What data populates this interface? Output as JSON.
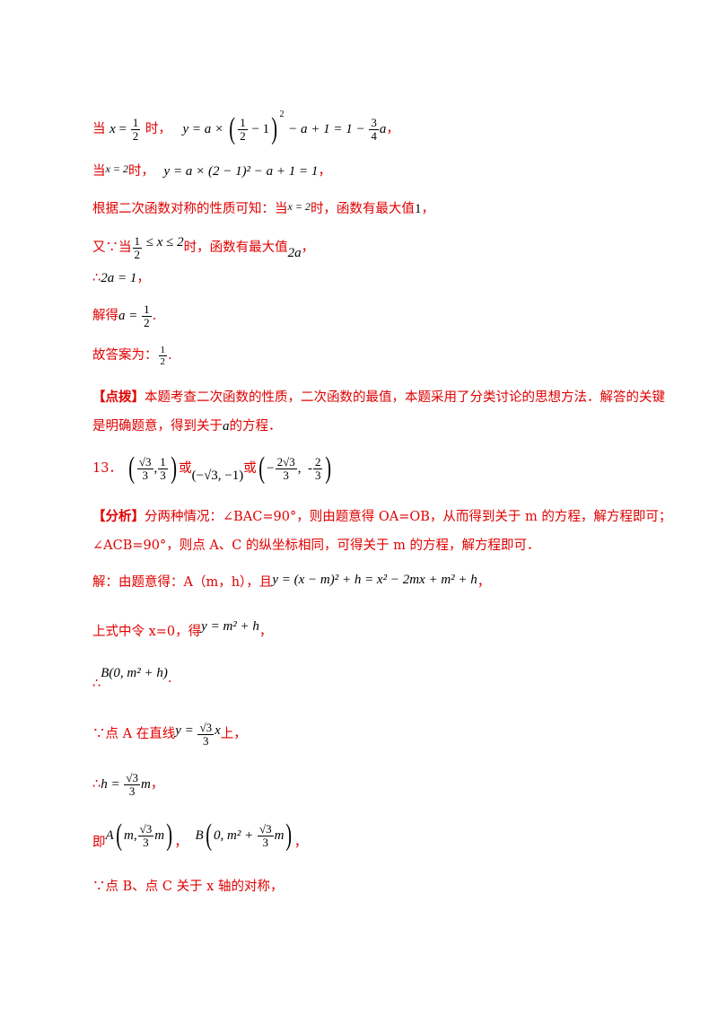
{
  "l1": {
    "pre": "当",
    "x": "x",
    "eq": " = ",
    "post": "时，",
    "y": "y = a × ",
    "minus1": " − 1",
    "tail": " − a + 1 = 1 − ",
    "end": "，",
    "half_n": "1",
    "half_d": "2",
    "frac34_n": "3",
    "frac34_d": "4",
    "a": "a"
  },
  "l2": {
    "pre": "当",
    "expr1": "x = 2",
    "post": "时，",
    "expr2": "y = a × (2 − 1)² − a + 1 = 1",
    "end": "，"
  },
  "l3": {
    "text1": "根据二次函数对称的性质可知：当",
    "expr": "x = 2",
    "text2": "时，函数有最大值",
    "val": "1",
    "end": "，"
  },
  "l4": {
    "text1": "又∵当",
    "half_n": "1",
    "half_d": "2",
    "expr": " ≤ x ≤ 2",
    "text2": "时，函数有最大值",
    "val": "2a",
    "end": "，"
  },
  "l5": {
    "text1": "∴",
    "expr": "2a = 1",
    "end": "，"
  },
  "l6": {
    "text1": "解得",
    "expr": "a = ",
    "half_n": "1",
    "half_d": "2",
    "end": "."
  },
  "l7": {
    "text1": "故答案为：",
    "half_n": "1",
    "half_d": "2",
    "end": "."
  },
  "l8": {
    "tag": "【点拨】",
    "text": "本题考查二次函数的性质，二次函数的最值，本题采用了分类讨论的思想方法．解答的关键"
  },
  "l9": {
    "text1": "是明确题意，得到关于",
    "a": "a",
    "text2": "的方程．"
  },
  "l10": {
    "num": "13．",
    "p1_n": "√3",
    "p1_d": "3",
    "p1_n2": "1",
    "p1_d2": "3",
    "or": "或",
    "p2": "(−√3,  −1)",
    "p3_n": "2√3",
    "p3_d": "3",
    "p3_n2": "2",
    "p3_d2": "3",
    "neg": "−",
    "neg2": "-"
  },
  "l11": {
    "tag": "【分析】",
    "text": "分两种情况：∠BAC=90°，则由题意得 OA=OB，从而得到关于 m 的方程，解方程即可；"
  },
  "l12": {
    "text": "∠ACB=90°，则点 A、C 的纵坐标相同，可得关于 m 的方程，解方程即可．"
  },
  "l13": {
    "text1": "解：由题意得：A（m，h），且",
    "expr": "y = (x − m)² + h = x² − 2mx + m² + h",
    "end": "，"
  },
  "l14": {
    "text1": "上式中令 x=0，得",
    "expr": "y = m² + h",
    "end": "，"
  },
  "l15": {
    "text1": "∴",
    "expr": "B(0, m² + h)",
    "end": "."
  },
  "l16": {
    "text1": "∵点 A 在直线",
    "expr": "y = ",
    "n": "√3",
    "d": "3",
    "x": "x",
    "text2": "上，"
  },
  "l17": {
    "text1": "∴",
    "expr": "h = ",
    "n": "√3",
    "d": "3",
    "m": "m",
    "end": "，"
  },
  "l18": {
    "text1": "即",
    "A": "A",
    "m": "m,",
    "n": "√3",
    "d": "3",
    "m2": "m",
    "B": "B",
    "zero": "0, m² + ",
    "n2": "√3",
    "d2": "3",
    "m3": "m",
    "end": "，",
    "sep": "，"
  },
  "l19": {
    "text": "∵点 B、点 C 关于 x 轴的对称，"
  }
}
